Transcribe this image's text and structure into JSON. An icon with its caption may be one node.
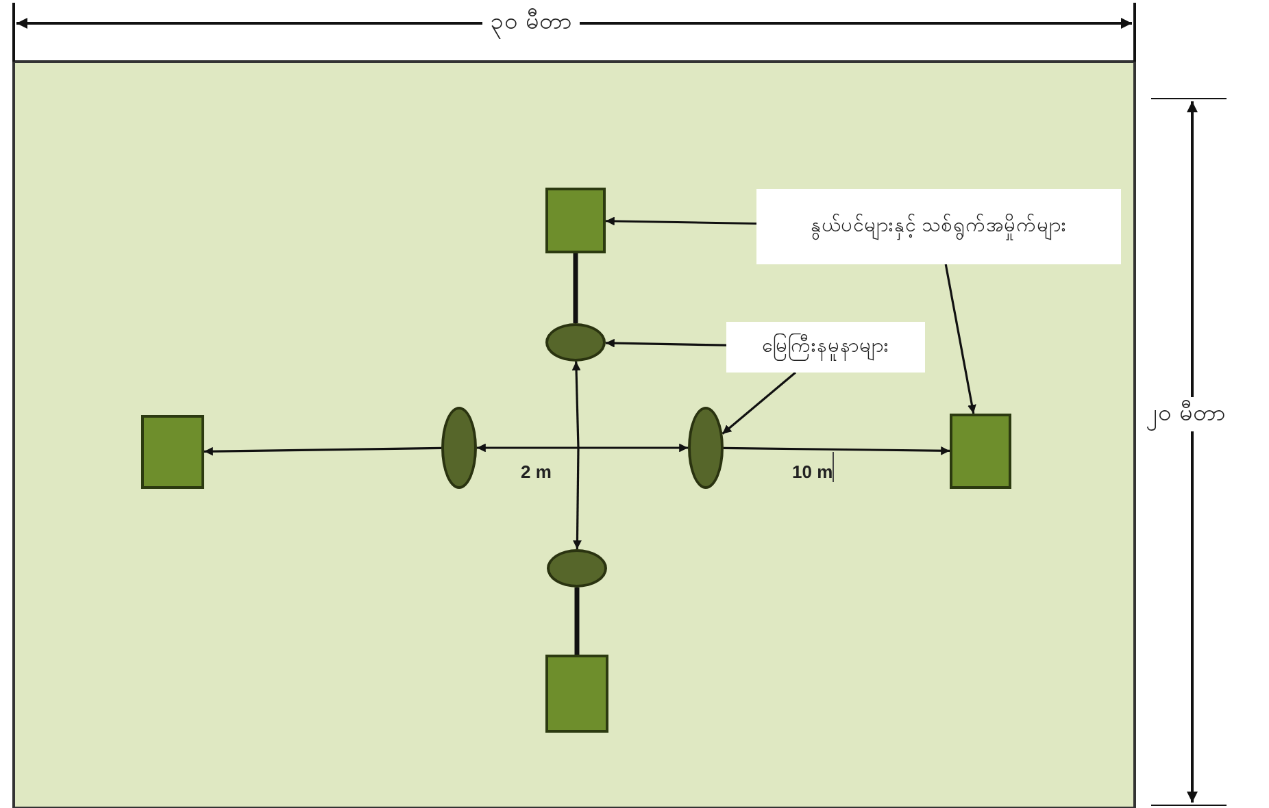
{
  "diagram": {
    "nodes": [
      {
        "text": [
          "နွယ်ပင်များနှင့် သစ်ရွက်အမှိုက်များ"
        ]
      },
      {
        "text": [
          "မြေကြီးနမူနာများ"
        ]
      },
      {
        "text": [],
        "shape": "box"
      },
      {
        "text": [],
        "shape": "box"
      },
      {
        "text": [],
        "shape": "box"
      },
      {
        "text": [],
        "shape": "box"
      },
      {
        "text": [],
        "shape": "ellipse"
      },
      {
        "text": [],
        "shape": "ellipse"
      },
      {
        "text": [],
        "shape": "ellipse"
      },
      {
        "text": [],
        "shape": "ellipse"
      }
    ],
    "edges": [
      {
        "from": 6,
        "to": 2,
        "arrow": "none",
        "style": "thick"
      },
      {
        "from": 9,
        "to": 5,
        "arrow": "none",
        "style": "thick"
      },
      {
        "from": 7,
        "to": 3,
        "arrow": "to"
      },
      {
        "from": 8,
        "to": 4,
        "arrow": "to"
      },
      {
        "from": null,
        "to": 6,
        "arrow": "to"
      },
      {
        "from": null,
        "to": 7,
        "arrow": "to"
      },
      {
        "from": null,
        "to": 8,
        "arrow": "to"
      },
      {
        "from": null,
        "to": 9,
        "arrow": "to"
      },
      {
        "from": 0,
        "to": 2,
        "arrow": "to"
      },
      {
        "from": 0,
        "to": 4,
        "arrow": "to"
      },
      {
        "from": 1,
        "to": 6,
        "arrow": "to"
      },
      {
        "from": 1,
        "to": 8,
        "arrow": "to"
      }
    ],
    "labels": [
      "၃၀ မီတာ",
      "၂၀ မီတာ",
      "2 m",
      "10 m"
    ]
  }
}
